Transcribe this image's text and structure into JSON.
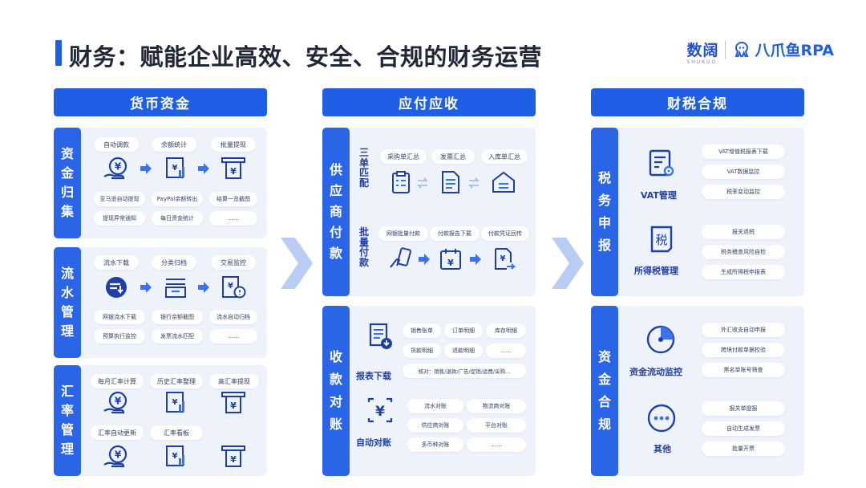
{
  "title": "财务：赋能企业高效、安全、合规的财务运营",
  "brand": {
    "a": "数阔",
    "a_sub": "SHUKUO",
    "b": "八爪鱼RPA"
  },
  "columns": [
    {
      "head": "货币资金"
    },
    {
      "head": "应付应收"
    },
    {
      "head": "财税合规"
    }
  ],
  "money": {
    "s1": {
      "side": [
        "资",
        "金",
        "归",
        "集"
      ],
      "top": [
        "自动调款",
        "余额统计",
        "批量提现"
      ],
      "bottom": [
        "亚马逊自动提现",
        "PayPal余额转出",
        "结算一览截图",
        "提现异常通知",
        "每日资金统计",
        "……"
      ]
    },
    "s2": {
      "side": [
        "流",
        "水",
        "管",
        "理"
      ],
      "top": [
        "流水下载",
        "分类归档",
        "交易监控"
      ],
      "bottom": [
        "网银流水下载",
        "银行余额截图",
        "流水自动归档",
        "预算执行监控",
        "发票流水匹配",
        "……"
      ]
    },
    "s3": {
      "side": [
        "汇",
        "率",
        "管",
        "理"
      ],
      "top": [
        "每月汇率计算",
        "历史汇率整理",
        "高汇率提现"
      ],
      "mid": [
        "汇率自动更新",
        "汇率看板"
      ]
    }
  },
  "ap": {
    "s1": {
      "side": [
        "供",
        "应",
        "商",
        "付",
        "款"
      ],
      "g1": {
        "label": [
          "三",
          "单",
          "匹",
          "配"
        ],
        "pills": [
          "采购单汇总",
          "发票汇总",
          "入库单汇总"
        ]
      },
      "g2": {
        "label": [
          "批",
          "量",
          "付",
          "款"
        ],
        "pills": [
          "网银批量付款",
          "付款报告下载",
          "付款凭证回传"
        ]
      }
    },
    "s2": {
      "side": [
        "收",
        "款",
        "对",
        "账"
      ],
      "g1": {
        "label": "报表下载",
        "pills": [
          "销售账单",
          "订单明细",
          "库存明细",
          "货款明细",
          "退款明细",
          "……"
        ],
        "note": "核对：销售/退款/广告/促销/运费/采购..."
      },
      "g2": {
        "label": "自动对账",
        "pills": [
          "流水对账",
          "物流商对账",
          "供应商对账",
          "平台对账",
          "多币种对账",
          "……"
        ]
      }
    }
  },
  "tax": {
    "s1": {
      "side": [
        "税",
        "务",
        "申",
        "报"
      ],
      "g1": {
        "label": "VAT管理",
        "pills": [
          "VAT增值税报表下载",
          "VAT数据监控",
          "税率变动监控"
        ]
      },
      "g2": {
        "label": "所得税管理",
        "glyph": "税",
        "pills": [
          "报关退税",
          "税务稽查风险自检",
          "生成所得税申报表"
        ]
      }
    },
    "s2": {
      "side": [
        "资",
        "金",
        "合",
        "规"
      ],
      "g1": {
        "label": "资金流动监控",
        "pills": [
          "外汇收支自动申报",
          "跨境付款单据校验",
          "黑名单账号筛查"
        ]
      },
      "g2": {
        "label": "其他",
        "pills": [
          "报关单提报",
          "自动生成发票",
          "批量开票"
        ]
      }
    }
  },
  "colors": {
    "primary": "#1f5fe6",
    "panel": "#edf2fb",
    "text": "#1f3fa8"
  }
}
